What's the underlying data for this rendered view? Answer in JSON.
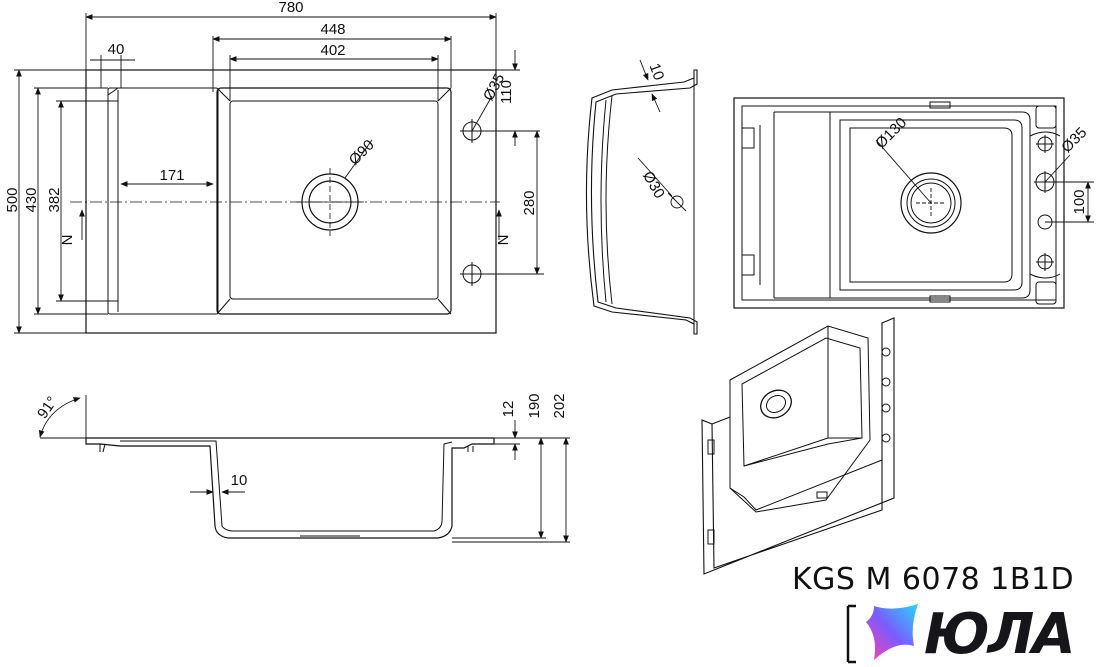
{
  "dimensions": {
    "width_780": "780",
    "width_448": "448",
    "width_402": "402",
    "width_40": "40",
    "width_171": "171",
    "height_500": "500",
    "height_430": "430",
    "height_382": "382",
    "dim_110": "110",
    "dim_280": "280",
    "dia_35": "Ø35",
    "dia_90": "Ø90",
    "section_marker": "N",
    "angle_91": "91°",
    "depth_12": "12",
    "depth_190": "190",
    "depth_202": "202",
    "wall_10": "10",
    "side_10": "10",
    "dia_30": "Ø30",
    "dia_130": "Ø130",
    "dia_35_bottom": "Ø35",
    "dim_100": "100"
  },
  "model_name": "KGS M 6078 1B1D",
  "brand": {
    "name": "ЮЛА",
    "logo": "gradient-star-logo",
    "colors": {
      "gradient_start": "#ff3fa8",
      "gradient_mid": "#7a5cff",
      "gradient_end": "#27d7ff"
    }
  }
}
